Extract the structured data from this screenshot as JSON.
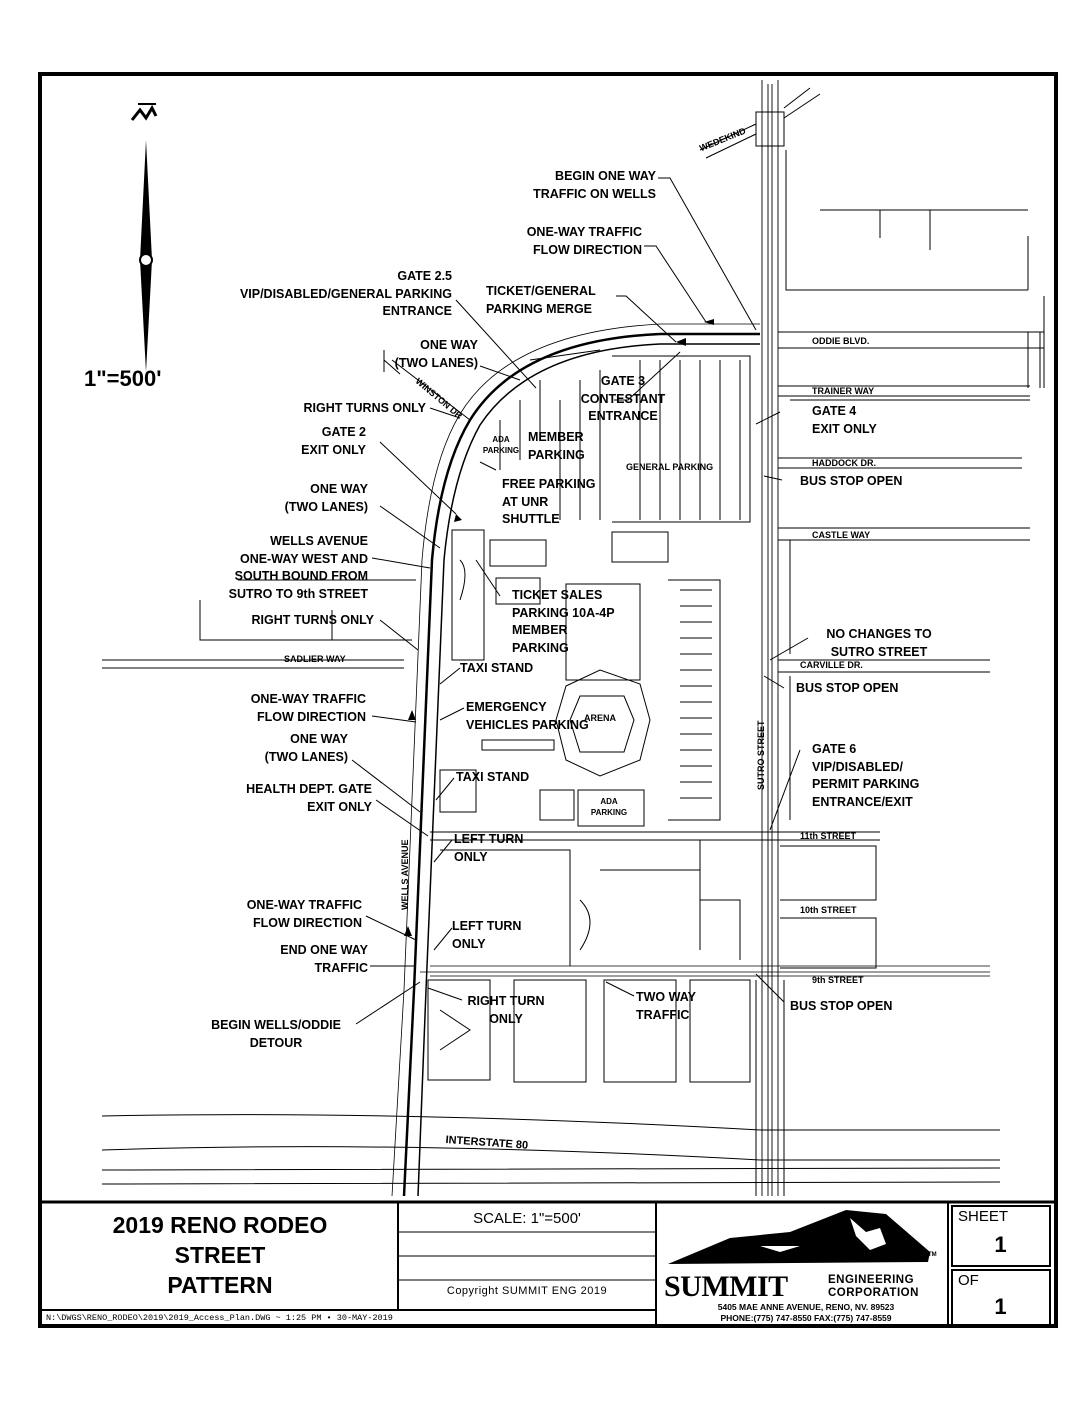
{
  "map": {
    "scale_label": "1\"=500'",
    "streets": {
      "wedekind": "WEDEKIND",
      "oddie": "ODDIE BLVD.",
      "trainer": "TRAINER WAY",
      "haddock": "HADDOCK DR.",
      "castle": "CASTLE WAY",
      "carville": "CARVILLE DR.",
      "sutro": "SUTRO STREET",
      "eleventh": "11th STREET",
      "tenth": "10th STREET",
      "ninth": "9th STREET",
      "sadlier": "SADLIER WAY",
      "winston": "WINSTON DR",
      "wells": "WELLS AVENUE",
      "interstate": "INTERSTATE 80"
    },
    "annotations": {
      "begin_one_way": "BEGIN ONE WAY\nTRAFFIC ON WELLS",
      "one_way_flow_top": "ONE-WAY TRAFFIC\nFLOW DIRECTION",
      "gate25": "GATE 2.5\nVIP/DISABLED/GENERAL PARKING\nENTRANCE",
      "ticket_merge": "TICKET/GENERAL\nPARKING MERGE",
      "one_way_two_lanes_1": "ONE WAY\n(TWO LANES)",
      "gate3": "GATE 3\nCONTESTANT\nENTRANCE",
      "right_turns_only_1": "RIGHT TURNS ONLY",
      "gate4": "GATE 4\nEXIT ONLY",
      "gate2": "GATE 2\nEXIT ONLY",
      "member_parking": "MEMBER\nPARKING",
      "ada_parking_1": "ADA\nPARKING",
      "general_parking": "GENERAL PARKING",
      "bus_stop_1": "BUS STOP OPEN",
      "free_parking": "FREE PARKING\nAT UNR\nSHUTTLE",
      "one_way_two_lanes_2": "ONE WAY\n(TWO LANES)",
      "wells_note": "WELLS AVENUE\nONE-WAY WEST AND\nSOUTH BOUND FROM\nSUTRO TO 9th STREET",
      "ticket_sales": "TICKET SALES\nPARKING 10A-4P\nMEMBER\nPARKING",
      "right_turns_only_2": "RIGHT TURNS ONLY",
      "no_changes": "NO CHANGES TO\nSUTRO STREET",
      "taxi_stand_1": "TAXI STAND",
      "bus_stop_2": "BUS STOP OPEN",
      "one_way_flow_mid": "ONE-WAY TRAFFIC\nFLOW DIRECTION",
      "emergency": "EMERGENCY\nVEHICLES PARKING",
      "arena": "ARENA",
      "one_way_two_lanes_3": "ONE WAY\n(TWO LANES)",
      "gate6": "GATE 6\nVIP/DISABLED/\nPERMIT PARKING\nENTRANCE/EXIT",
      "taxi_stand_2": "TAXI STAND",
      "health_dept": "HEALTH DEPT. GATE\nEXIT ONLY",
      "ada_parking_2": "ADA\nPARKING",
      "left_turn_only_1": "LEFT TURN\nONLY",
      "one_way_flow_low": "ONE-WAY TRAFFIC\nFLOW DIRECTION",
      "left_turn_only_2": "LEFT TURN\nONLY",
      "end_one_way": "END ONE WAY\nTRAFFIC",
      "right_turn_only": "RIGHT TURN\nONLY",
      "two_way": "TWO WAY\nTRAFFIC",
      "bus_stop_3": "BUS STOP OPEN",
      "begin_detour": "BEGIN WELLS/ODDIE\nDETOUR"
    }
  },
  "title_block": {
    "title_lines": [
      "2019 RENO RODEO",
      "STREET",
      "PATTERN"
    ],
    "scale": "SCALE:  1\"=500'",
    "copyright": "Copyright  SUMMIT  ENG  2019",
    "file_path": "N:\\DWGS\\RENO_RODEO\\2019\\2019_Access_Plan.DWG  ~  1:25  PM  •  30-MAY-2019",
    "company": "SUMMIT",
    "company_sub": "ENGINEERING\nCORPORATION",
    "address": "5405 MAE ANNE AVENUE, RENO, NV. 89523",
    "phone": "PHONE:(775) 747-8550 FAX:(775) 747-8559",
    "trademark": "TM",
    "sheet_label": "SHEET",
    "sheet_number": "1",
    "of_label": "OF",
    "of_number": "1"
  }
}
